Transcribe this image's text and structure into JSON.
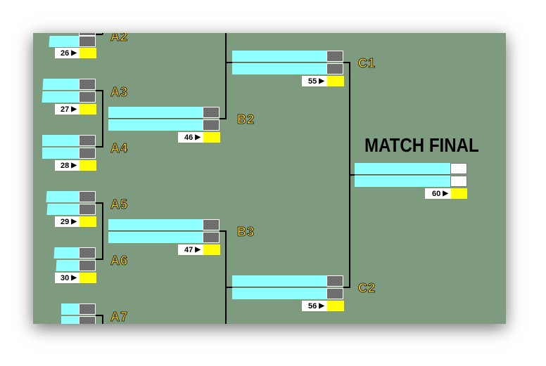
{
  "title": "MATCH FINAL",
  "labels": {
    "a2": "A2",
    "a3": "A3",
    "a4": "A4",
    "a5": "A5",
    "a6": "A6",
    "a7": "A7",
    "b2": "B2",
    "b3": "B3",
    "c1": "C1",
    "c2": "C2"
  },
  "matches": {
    "m26": "26",
    "m27": "27",
    "m28": "28",
    "m29": "29",
    "m30": "30",
    "m46": "46",
    "m47": "47",
    "m55": "55",
    "m56": "56",
    "m60": "60"
  },
  "arrow": "▶",
  "colors": {
    "background": "#7f9b7f",
    "name_cell": "#8fffff",
    "score_cell": "#6e6e6e",
    "winner_cell": "#ffff00",
    "label": "#ffd21e"
  }
}
